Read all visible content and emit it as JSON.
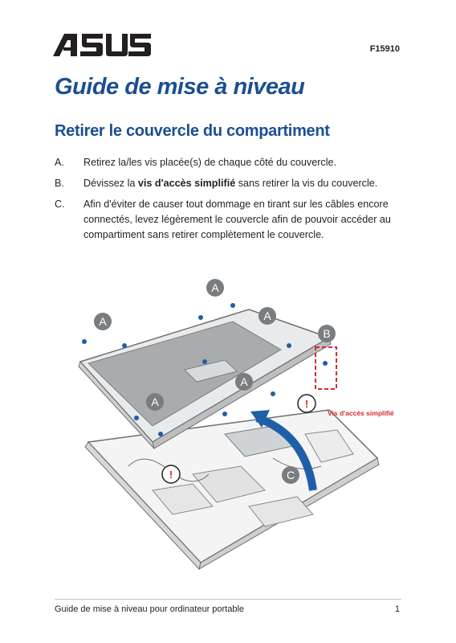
{
  "header": {
    "logo_text": "ASUS",
    "doc_code": "F15910"
  },
  "title": "Guide de mise à niveau",
  "section_title": "Retirer le couvercle du compartiment",
  "steps": [
    {
      "letter": "A.",
      "text": "Retirez la/les vis placée(s) de chaque côté du couvercle."
    },
    {
      "letter": "B.",
      "text_before": "Dévissez la ",
      "text_bold": "vis d'accès simplifié",
      "text_after": " sans retirer la vis du couvercle."
    },
    {
      "letter": "C.",
      "text": "Afin d'éviter de causer tout dommage en tirant sur les câbles encore connectés, levez légèrement le couvercle afin de pouvoir accéder au compartiment sans retirer complètement le couvercle."
    }
  ],
  "illustration": {
    "callout_a": "A",
    "callout_b": "B",
    "callout_c": "C",
    "easy_access_label": "Vis d'accès simplifié",
    "warning_symbol": "!"
  },
  "footer": {
    "text": "Guide de mise à niveau pour ordinateur portable",
    "page": "1"
  },
  "colors": {
    "title_blue": "#1b4f91",
    "callout_gray": "#7a7d80",
    "arrow_blue": "#1f5fa8",
    "warning_red": "#d7282f"
  }
}
